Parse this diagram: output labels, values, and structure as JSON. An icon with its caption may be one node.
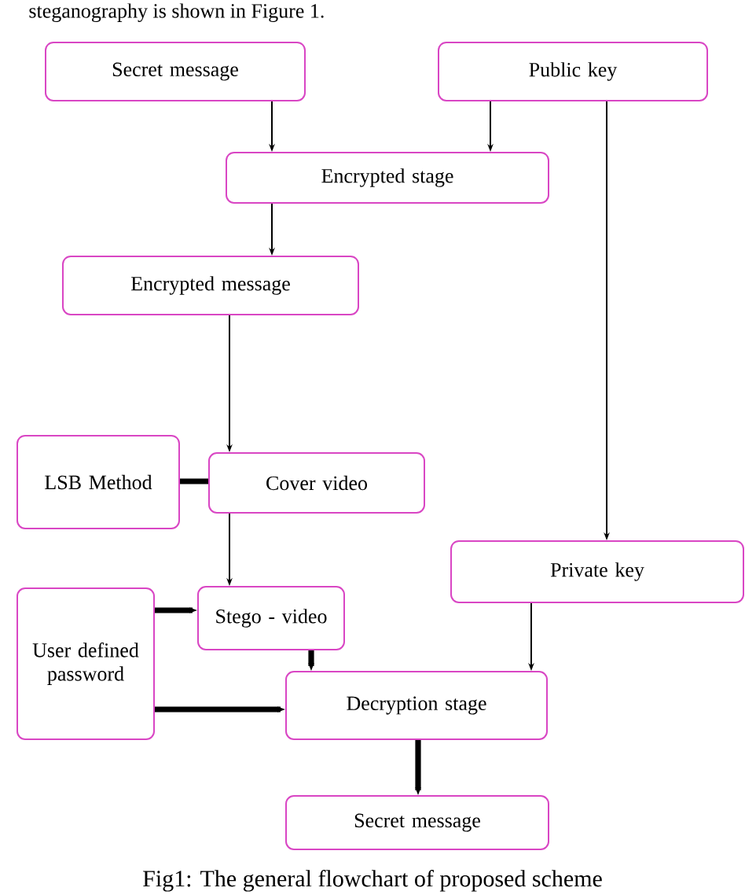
{
  "diagram": {
    "caption": "Fig1: The general flowchart of proposed scheme",
    "nodes": [
      {
        "text": [
          "Secret message"
        ]
      },
      {
        "text": [
          "Public key"
        ]
      },
      {
        "text": [
          "Encrypted stage"
        ]
      },
      {
        "text": [
          "Encrypted message"
        ]
      },
      {
        "text": [
          "LSB Method"
        ]
      },
      {
        "text": [
          "Cover video"
        ]
      },
      {
        "text": [
          "Private key"
        ]
      },
      {
        "text": [
          "User defined password"
        ]
      },
      {
        "text": [
          "Stego - video"
        ]
      },
      {
        "text": [
          "Decryption stage"
        ]
      },
      {
        "text": [
          "Secret message"
        ]
      }
    ],
    "edges": [
      {
        "from": 0,
        "to": 2,
        "arrow": "to"
      },
      {
        "from": 1,
        "to": 2,
        "arrow": "to"
      },
      {
        "from": 2,
        "to": 3,
        "arrow": "to"
      },
      {
        "from": 3,
        "to": 5,
        "arrow": "to"
      },
      {
        "from": 4,
        "to": 5,
        "arrow": "none",
        "style": "thick"
      },
      {
        "from": 1,
        "to": 6,
        "arrow": "to"
      },
      {
        "from": 5,
        "to": 8,
        "arrow": "to"
      },
      {
        "from": 7,
        "to": 8,
        "arrow": "to",
        "style": "thick"
      },
      {
        "from": 8,
        "to": 9,
        "arrow": "to",
        "style": "thick"
      },
      {
        "from": 6,
        "to": 9,
        "arrow": "to"
      },
      {
        "from": 7,
        "to": 9,
        "arrow": "to",
        "style": "thick"
      },
      {
        "from": 9,
        "to": 10,
        "arrow": "to",
        "style": "thick"
      }
    ],
    "labels": [
      "steganography is shown in Figure 1."
    ]
  }
}
